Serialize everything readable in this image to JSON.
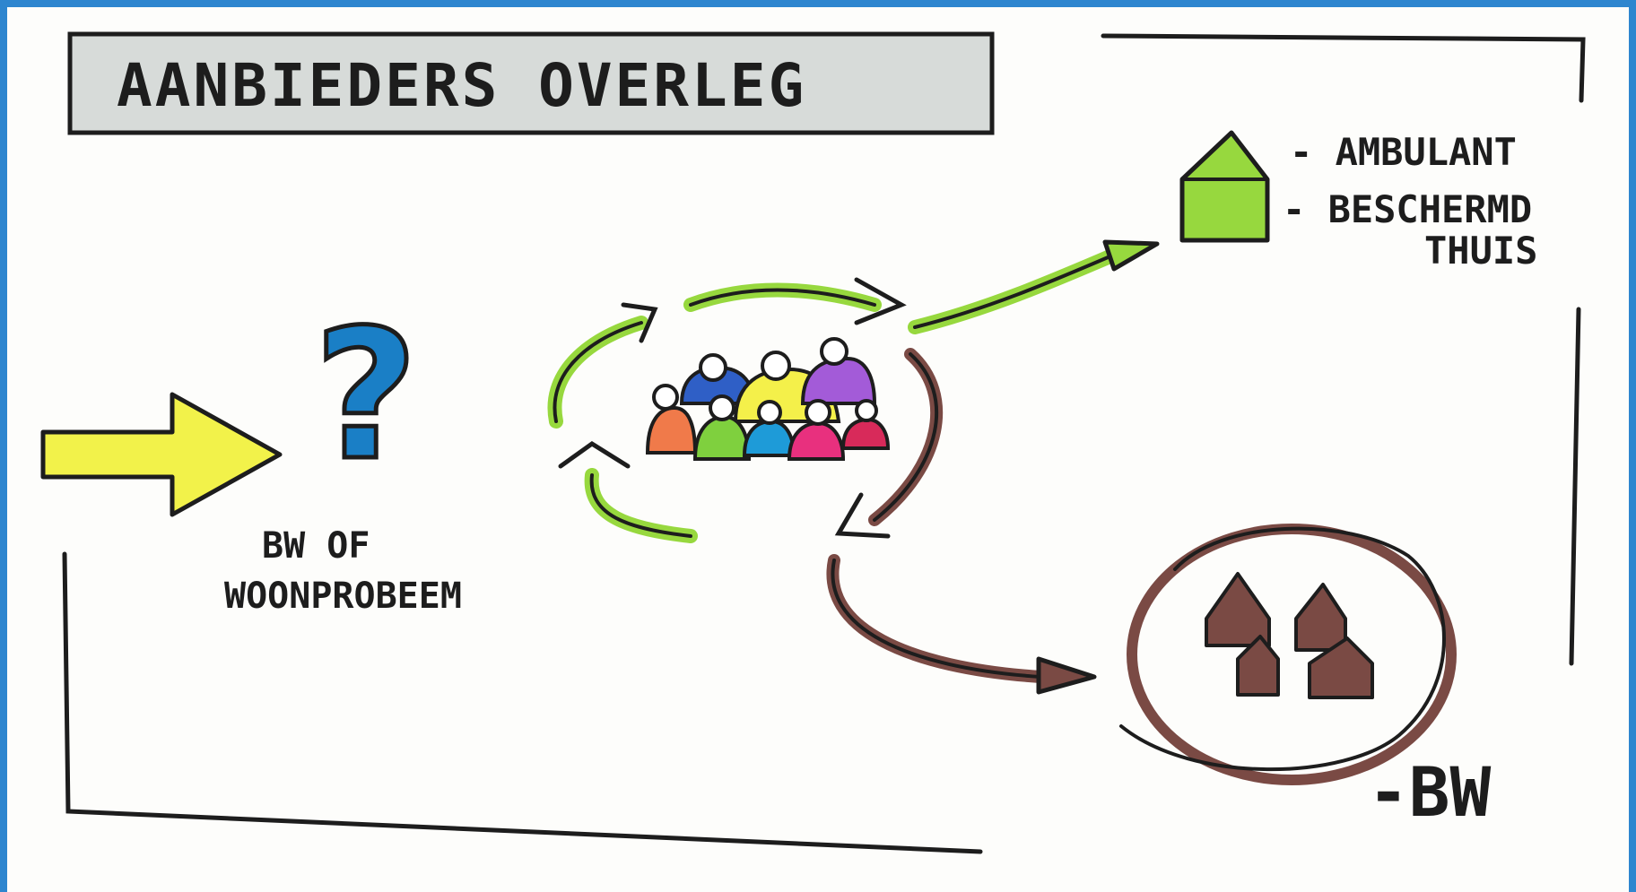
{
  "title": "AANBIEDERS OVERLEG",
  "input": {
    "question_mark": "?",
    "label_line1": "BW OF",
    "label_line2": "WOONPROBEEM"
  },
  "outcome_green": {
    "item1": "- AMBULANT",
    "item2": "- BESCHERMD",
    "item2_cont": "THUIS"
  },
  "outcome_brown": {
    "label": "-BW"
  },
  "colors": {
    "background": "#2e86cf",
    "paper": "#fdfdfb",
    "title_box": "#d7dbd9",
    "arrow_yellow": "#f2f24a",
    "green": "#97d83e",
    "brown": "#7a4a44",
    "question_blue": "#1a7fc6",
    "ink": "#1d1d1d"
  },
  "icons": [
    "input-arrow-icon",
    "question-mark-icon",
    "people-group-icon",
    "cycle-arrows-icon",
    "house-icon",
    "houses-cluster-icon"
  ]
}
